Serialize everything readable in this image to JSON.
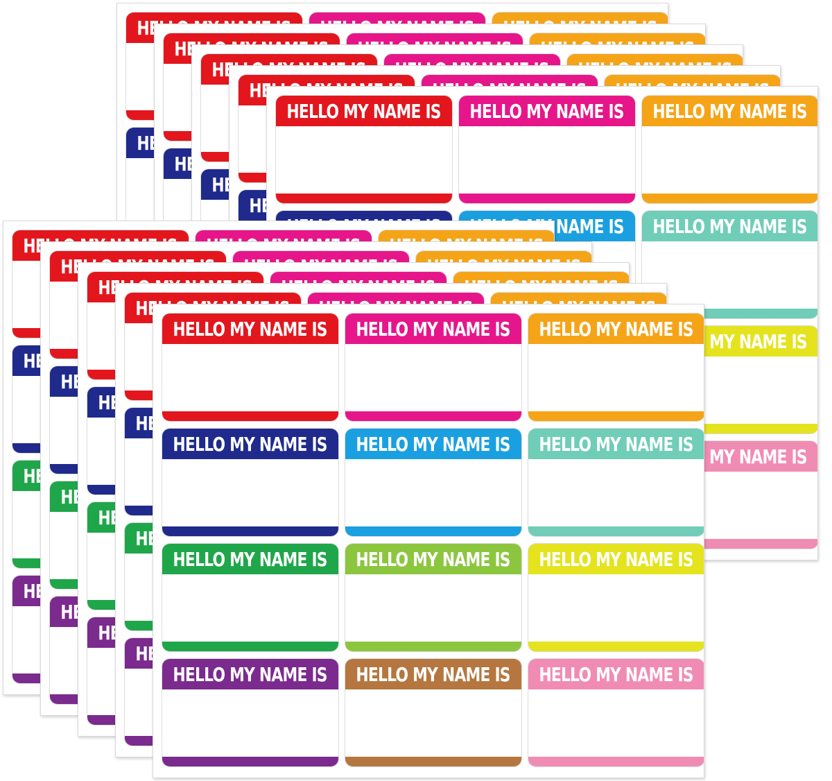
{
  "label_text": "HELLO MY NAME IS",
  "colors": {
    "red": "#e3161e",
    "magenta": "#e6168a",
    "orange": "#f5a418",
    "navy": "#1f2a8c",
    "sky": "#1aa0e0",
    "teal": "#6fcdb8",
    "green": "#1fa64a",
    "lime": "#8cc63f",
    "yellow": "#e4e31d",
    "purple": "#7b2a8e",
    "brown": "#b5773f",
    "pink": "#f08cb4"
  },
  "label_color_order": [
    "red",
    "magenta",
    "orange",
    "navy",
    "sky",
    "teal",
    "green",
    "lime",
    "yellow",
    "purple",
    "brown",
    "pink"
  ],
  "stacks": [
    {
      "name": "back-stack",
      "sheet_count": 5
    },
    {
      "name": "front-stack",
      "sheet_count": 5
    }
  ]
}
